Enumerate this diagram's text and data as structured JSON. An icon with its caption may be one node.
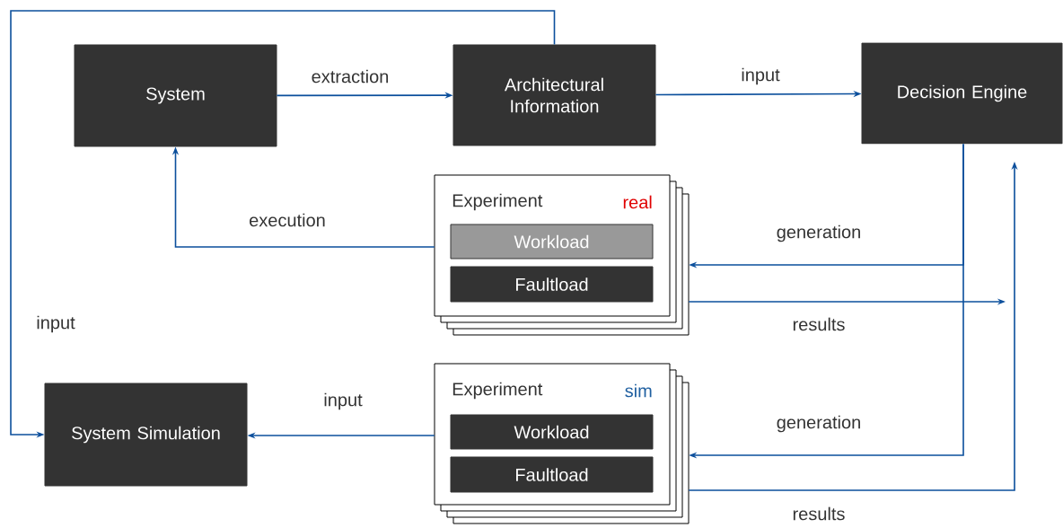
{
  "diagram": {
    "nodes": [
      {
        "text": [
          "System"
        ]
      },
      {
        "text": [
          "Architectural Information"
        ]
      },
      {
        "text": [
          "Decision Engine"
        ]
      },
      {
        "text": [
          "Experiment",
          "real"
        ]
      },
      {
        "text": [
          "Workload"
        ],
        "in": 3
      },
      {
        "text": [
          "Faultload"
        ],
        "in": 3
      },
      {
        "text": [
          "Experiment",
          "sim"
        ]
      },
      {
        "text": [
          "Workload"
        ],
        "in": 6
      },
      {
        "text": [
          "Faultload"
        ],
        "in": 6
      },
      {
        "text": [
          "System Simulation"
        ]
      }
    ],
    "edges": [
      {
        "from": 0,
        "to": 1,
        "arrow": "to",
        "label": "extraction"
      },
      {
        "from": 1,
        "to": 2,
        "arrow": "to",
        "label": "input"
      },
      {
        "from": 1,
        "to": 9,
        "arrow": "to",
        "label": "input"
      },
      {
        "from": 3,
        "to": 0,
        "arrow": "to",
        "label": "execution"
      },
      {
        "from": 2,
        "to": 3,
        "arrow": "to",
        "label": "generation"
      },
      {
        "from": 3,
        "to": null,
        "arrow": "to",
        "label": "results"
      },
      {
        "from": 6,
        "to": 9,
        "arrow": "to",
        "label": "input"
      },
      {
        "from": 2,
        "to": 6,
        "arrow": "to",
        "label": "generation"
      },
      {
        "from": 6,
        "to": null,
        "arrow": "to",
        "label": "results"
      }
    ]
  }
}
